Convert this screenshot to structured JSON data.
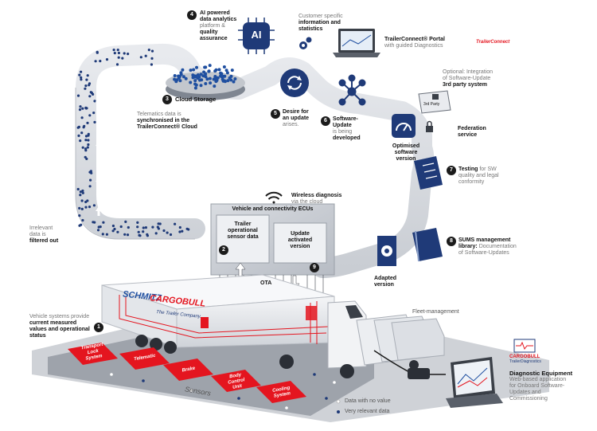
{
  "steps": {
    "s1": {
      "num": "1",
      "text_a": "Vehicle systems provide",
      "text_b": "current measured values and operational status"
    },
    "s2": {
      "num": "2"
    },
    "s3": {
      "num": "3",
      "label": "Cloud Storage"
    },
    "s4": {
      "num": "4",
      "line1": "AI powered",
      "line2": "data analytics",
      "line3": "platform &",
      "line4": "quality",
      "line5": "assurance"
    },
    "s5": {
      "num": "5",
      "line1": "Desire for",
      "line2": "an update",
      "line3": "arises."
    },
    "s6": {
      "num": "6",
      "line1": "Software-",
      "line2": "Update",
      "line3": "is being",
      "line4": "developed"
    },
    "s7": {
      "num": "7",
      "line1": "Testing",
      "line2": "for SW",
      "line3": "quality and legal",
      "line4": "conformity"
    },
    "s8": {
      "num": "8",
      "line1": "SUMS management",
      "line2": "library:",
      "line3": "Documentation",
      "line4": "of Software-Updates"
    },
    "s9": {
      "num": "9"
    }
  },
  "labels": {
    "customer_a": "Customer specific",
    "customer_b": "information and",
    "customer_c": "statistics",
    "portal_title": "TrailerConnect® Portal",
    "portal_sub": "with guided Diagnostics",
    "portal_logo": "TrailerConnect",
    "optional_a": "Optional: Integration",
    "optional_b": "of Software-Update",
    "optional_c": "3rd party system",
    "third_party": "3rd Party",
    "federation_a": "Federation",
    "federation_b": "service",
    "optimised_a": "Optimised",
    "optimised_b": "software",
    "optimised_c": "version",
    "telematics_a": "Telematics data is",
    "telematics_b": "synchronised in the",
    "telematics_c": "TrailerConnect® Cloud",
    "irrelevant_a": "Irrelevant",
    "irrelevant_b": "data is",
    "irrelevant_c": "filtered out",
    "wireless_a": "Wireless diagnosis",
    "wireless_b": "via the cloud",
    "ecu_title": "Vehicle and connectivity ECUs",
    "ecu_left_a": "Trailer",
    "ecu_left_b": "operational",
    "ecu_left_c": "sensor data",
    "ecu_right_a": "Update",
    "ecu_right_b": "activated",
    "ecu_right_c": "version",
    "ota": "OTA",
    "adapted_a": "Adapted",
    "adapted_b": "version",
    "fleet": "Fleet-management",
    "no_value": "Data with no value",
    "very_relevant": "Very relevant data",
    "sensors": "Sensors",
    "diag_title": "Diagnostic Equipment",
    "diag_a": "Web-based application",
    "diag_b": "for Onboard Software-",
    "diag_c": "Updates and",
    "diag_d": "Commissioning",
    "cargobull_a": "CARGOBULL",
    "cargobull_b": "TrailerDiagnostics",
    "ai": "AI",
    "brand_a": "SCHMITZ",
    "brand_b": "CARGOBULL",
    "trailer_tag": "The Trailer Company."
  },
  "sensors": [
    {
      "line1": "Transport",
      "line2": "Lock",
      "line3": "System"
    },
    {
      "line1": "Telematic",
      "line2": "",
      "line3": ""
    },
    {
      "line1": "Brake",
      "line2": "",
      "line3": ""
    },
    {
      "line1": "Body",
      "line2": "Control",
      "line3": "Unit"
    },
    {
      "line1": "Cooling",
      "line2": "System",
      "line3": ""
    }
  ],
  "colors": {
    "navy": "#1f3a78",
    "cloud_blue": "#1f4fa0",
    "sensor_red": "#e4151f",
    "gray_path": "#d6d9de",
    "dark_gray": "#8a9099"
  },
  "icons": [
    "ai-chip-icon",
    "gear-icon",
    "laptop-icon",
    "cloud-sync-icon",
    "network-icon",
    "gauge-icon",
    "lock-icon",
    "third-party-icon",
    "checklist-icon",
    "paragraph-book-icon",
    "adapted-version-icon",
    "wifi-icon"
  ]
}
